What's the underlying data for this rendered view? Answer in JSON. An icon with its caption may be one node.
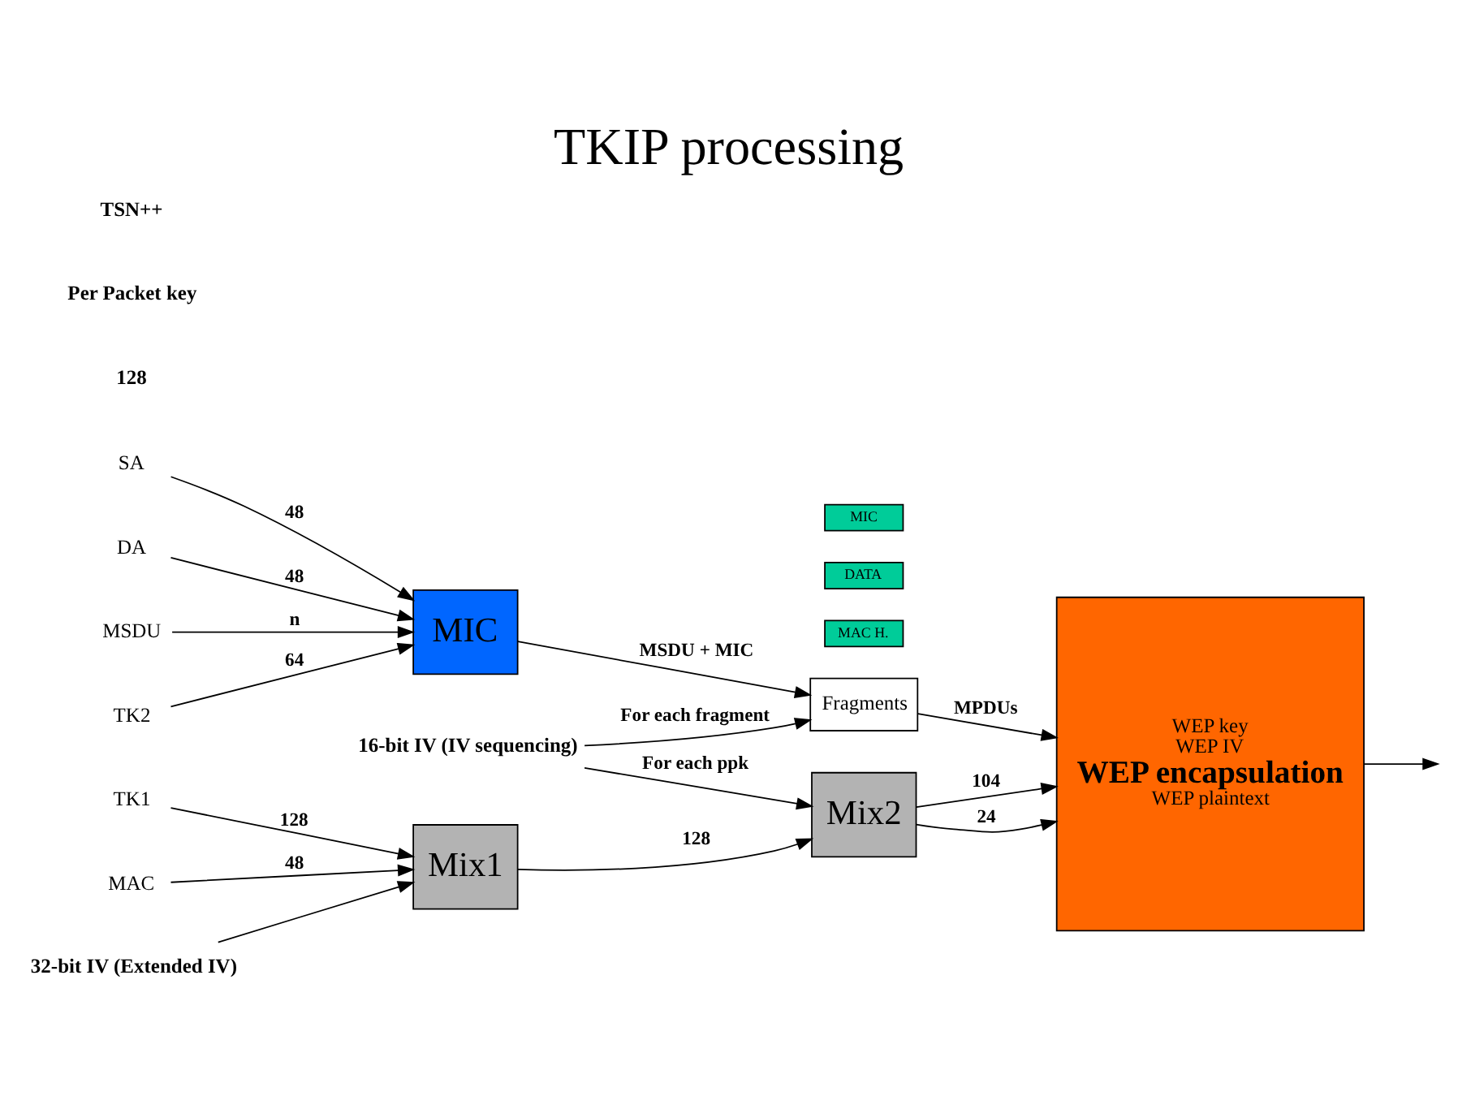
{
  "diagram": {
    "title": "TKIP processing",
    "nodes": [
      {
        "text": [
          "TK1"
        ]
      },
      {
        "text": [
          "MAC"
        ]
      },
      {
        "text": [
          "32-bit IV (Extended IV)"
        ]
      },
      {
        "text": [
          "Mix1"
        ]
      },
      {
        "text": [
          "Mix2"
        ]
      },
      {
        "text": [
          "16-bit IV (IV sequencing)"
        ]
      },
      {
        "text": [
          "WEP key",
          "WEP IV",
          "WEP encapsulation",
          "WEP plaintext"
        ]
      },
      {
        "text": [
          "TK2"
        ]
      },
      {
        "text": [
          "SA"
        ]
      },
      {
        "text": [
          "DA"
        ]
      },
      {
        "text": [
          "MSDU"
        ]
      },
      {
        "text": [
          "MIC"
        ]
      },
      {
        "text": [
          "Fragments"
        ]
      },
      {
        "text": [
          "MAC H."
        ]
      },
      {
        "text": [
          "DATA"
        ]
      },
      {
        "text": [
          "MIC"
        ]
      }
    ],
    "edges": [
      {
        "from": 0,
        "to": 3,
        "arrow": "to",
        "label": "128"
      },
      {
        "from": 1,
        "to": 3,
        "arrow": "to",
        "label": "48"
      },
      {
        "from": 2,
        "to": 3,
        "arrow": "to"
      },
      {
        "from": 3,
        "to": 4,
        "arrow": "to",
        "label": "128"
      },
      {
        "from": 5,
        "to": 4,
        "arrow": "to",
        "label": "For each ppk"
      },
      {
        "from": 5,
        "to": 12,
        "arrow": "to",
        "label": "For each fragment"
      },
      {
        "from": 4,
        "to": 6,
        "arrow": "to",
        "label": "104"
      },
      {
        "from": 4,
        "to": 6,
        "arrow": "to",
        "label": "24"
      },
      {
        "from": 6,
        "to": null,
        "arrow": "to"
      },
      {
        "from": 7,
        "to": 11,
        "arrow": "to",
        "label": "64"
      },
      {
        "from": 8,
        "to": 11,
        "arrow": "to",
        "label": "48"
      },
      {
        "from": 9,
        "to": 11,
        "arrow": "to",
        "label": "48"
      },
      {
        "from": 10,
        "to": 11,
        "arrow": "to",
        "label": "n"
      },
      {
        "from": 11,
        "to": 12,
        "arrow": "to",
        "label": "MSDU + MIC"
      },
      {
        "from": 12,
        "to": 6,
        "arrow": "to",
        "label": "MPDUs"
      }
    ],
    "labels": [
      "128",
      "Per Packet key",
      "TSN++"
    ]
  }
}
